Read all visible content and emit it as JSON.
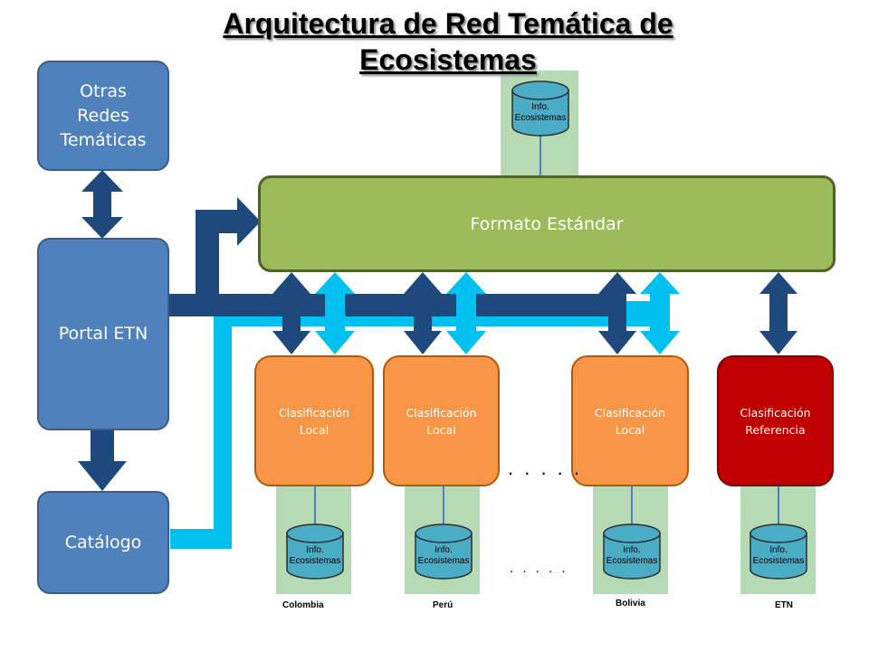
{
  "title": "Arquitectura de Red Temática de Ecosistemas",
  "nodes": {
    "otras_redes": "Otras\nRedes\nTemáticas",
    "portal": "Portal  ETN",
    "catalogo": "Catálogo",
    "formato": "Formato Estándar",
    "clasif_colombia": "Clasificación\nLocal",
    "clasif_peru": "Clasificación\nLocal",
    "clasif_bolivia": "Clasificación\nLocal",
    "clasif_referencia": "Clasificación\nReferencia"
  },
  "db_label_line1": "Info.",
  "db_label_line2": "Ecosistemas",
  "countries": {
    "colombia": "Colombia",
    "peru": "Perú",
    "bolivia": "Bolivia",
    "etn": "ETN"
  },
  "ellipsis": ". . . . .",
  "colors": {
    "blue_box": "#4f81bd",
    "green_box": "#9bbb59",
    "orange_box": "#f79646",
    "red_box": "#c00000",
    "dark_arrow": "#1f497d",
    "light_arrow": "#00c0f0",
    "db_fill": "#4bacc6",
    "band": "#b6dbb4"
  }
}
